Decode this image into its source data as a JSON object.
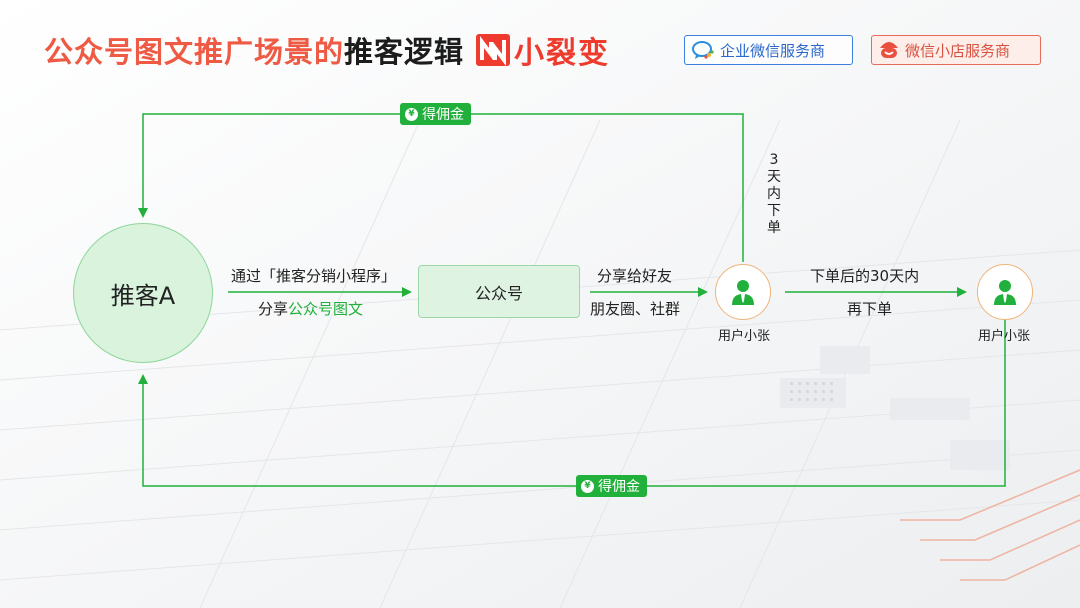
{
  "header": {
    "title_part1": "公众号图文推广场景的",
    "title_part2": "推客逻辑",
    "brand": "小裂变",
    "badge_wecom": "企业微信服务商",
    "badge_shop": "微信小店服务商"
  },
  "diagram": {
    "promoter": "推客A",
    "step1_line1": "通过「推客分销小程序」",
    "step1_line2_prefix": "分享",
    "step1_line2_highlight": "公众号图文",
    "official_account": "公众号",
    "step2_line1": "分享给好友",
    "step2_line2": "朋友圈、社群",
    "user1": "用户小张",
    "user2": "用户小张",
    "step3_line1": "下单后的30天内",
    "step3_line2": "再下单",
    "vertical_label": [
      "3",
      "天",
      "内",
      "下",
      "单"
    ],
    "commission_top": "得佣金",
    "commission_bottom": "得佣金",
    "yen_symbol": "¥"
  },
  "colors": {
    "accent_red": "#ee5a44",
    "brand_red": "#ee3b2e",
    "flow_green": "#21b03b",
    "wecom_blue": "#2a68cc"
  }
}
